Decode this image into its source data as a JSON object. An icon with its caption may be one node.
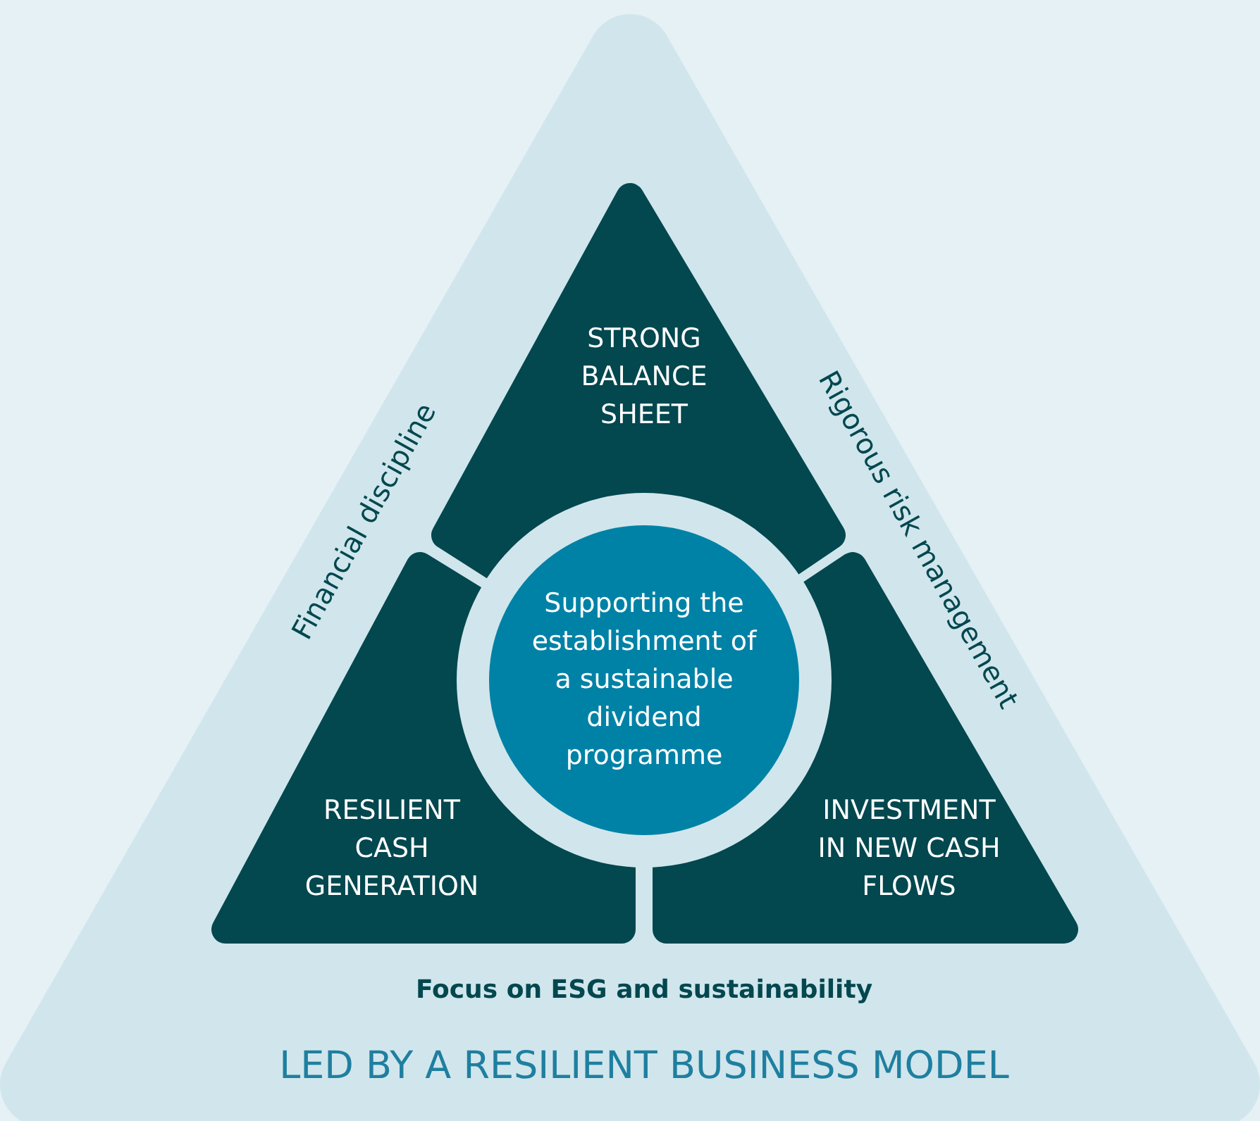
{
  "diagram": {
    "nodes": [
      {
        "text": [
          "Financial discipline",
          "Rigorous risk management",
          "Focus on ESG and sustainability",
          "LED BY A RESILIENT BUSINESS MODEL"
        ]
      },
      {
        "text": [
          "STRONG BALANCE SHEET"
        ],
        "in": 0
      },
      {
        "text": [
          "RESILIENT CASH GENERATION"
        ],
        "in": 0
      },
      {
        "text": [
          "INVESTMENT IN NEW CASH FLOWS"
        ],
        "in": 0
      },
      {
        "text": [
          "Supporting the establishment of a sustainable dividend programme"
        ],
        "in": 0
      }
    ]
  }
}
